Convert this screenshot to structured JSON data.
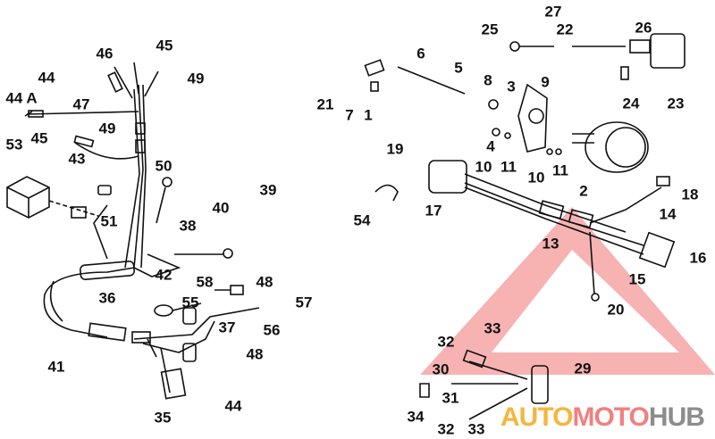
{
  "diagram": {
    "left_labels": [
      "46",
      "45",
      "49",
      "44",
      "44 A",
      "47",
      "45",
      "49",
      "53",
      "43",
      "50",
      "39",
      "40",
      "51",
      "38",
      "42",
      "58",
      "48",
      "36",
      "55",
      "57",
      "37",
      "56",
      "48",
      "41",
      "35",
      "44"
    ],
    "right_labels": [
      "27",
      "25",
      "22",
      "26",
      "6",
      "5",
      "9",
      "3",
      "8",
      "21",
      "7",
      "1",
      "24",
      "23",
      "19",
      "4",
      "10",
      "11",
      "10",
      "11",
      "2",
      "18",
      "17",
      "14",
      "54",
      "13",
      "16",
      "15",
      "20",
      "33",
      "32",
      "30",
      "29",
      "31",
      "34",
      "32",
      "33"
    ]
  },
  "watermark": {
    "part1": "AUTO",
    "part2": "MOTO",
    "part3": "HUB",
    "colors": {
      "auto": "#f7b53d",
      "moto": "#f28080",
      "hub": "#8c8c8c",
      "triangle": "#f28080"
    }
  }
}
